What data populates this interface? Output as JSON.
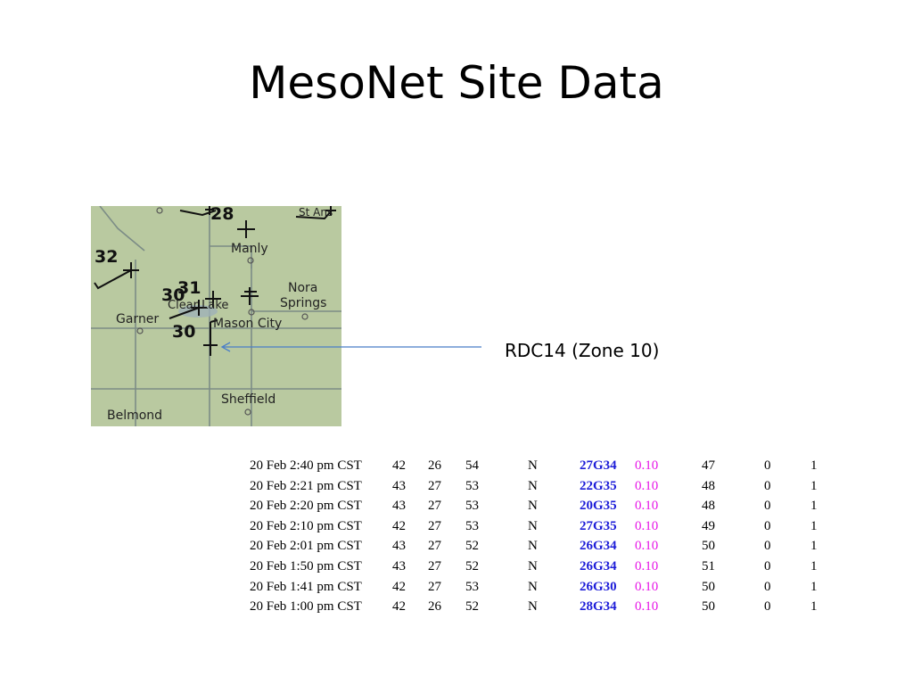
{
  "slide": {
    "title": "MesoNet Site Data",
    "callout_label": "RDC14 (Zone 10)"
  },
  "map": {
    "places": [
      "Manly",
      "Nora",
      "Springs",
      "Garner",
      "Clear Lake",
      "Mason City",
      "Sheffield",
      "Belmond",
      "St Ans"
    ],
    "station_values": [
      "28",
      "32",
      "31",
      "30",
      "30"
    ]
  },
  "colors": {
    "gust": "#1d1dd8",
    "precip": "#e614e6",
    "map_bg": "#b9c9a0",
    "arrow": "#4a7ec8"
  },
  "table": {
    "rows": [
      {
        "time": "20 Feb 2:40 pm CST",
        "temp": "42",
        "dew": "26",
        "rh": "54",
        "dir": "N",
        "gust": "27G34",
        "precip": "0.10",
        "vis": "47",
        "a": "0",
        "b": "1"
      },
      {
        "time": "20 Feb 2:21 pm CST",
        "temp": "43",
        "dew": "27",
        "rh": "53",
        "dir": "N",
        "gust": "22G35",
        "precip": "0.10",
        "vis": "48",
        "a": "0",
        "b": "1"
      },
      {
        "time": "20 Feb 2:20 pm CST",
        "temp": "43",
        "dew": "27",
        "rh": "53",
        "dir": "N",
        "gust": "20G35",
        "precip": "0.10",
        "vis": "48",
        "a": "0",
        "b": "1"
      },
      {
        "time": "20 Feb 2:10 pm CST",
        "temp": "42",
        "dew": "27",
        "rh": "53",
        "dir": "N",
        "gust": "27G35",
        "precip": "0.10",
        "vis": "49",
        "a": "0",
        "b": "1"
      },
      {
        "time": "20 Feb 2:01 pm CST",
        "temp": "43",
        "dew": "27",
        "rh": "52",
        "dir": "N",
        "gust": "26G34",
        "precip": "0.10",
        "vis": "50",
        "a": "0",
        "b": "1"
      },
      {
        "time": "20 Feb 1:50 pm CST",
        "temp": "43",
        "dew": "27",
        "rh": "52",
        "dir": "N",
        "gust": "26G34",
        "precip": "0.10",
        "vis": "51",
        "a": "0",
        "b": "1"
      },
      {
        "time": "20 Feb 1:41 pm CST",
        "temp": "42",
        "dew": "27",
        "rh": "53",
        "dir": "N",
        "gust": "26G30",
        "precip": "0.10",
        "vis": "50",
        "a": "0",
        "b": "1"
      },
      {
        "time": "20 Feb 1:00 pm CST",
        "temp": "42",
        "dew": "26",
        "rh": "52",
        "dir": "N",
        "gust": "28G34",
        "precip": "0.10",
        "vis": "50",
        "a": "0",
        "b": "1"
      }
    ]
  }
}
